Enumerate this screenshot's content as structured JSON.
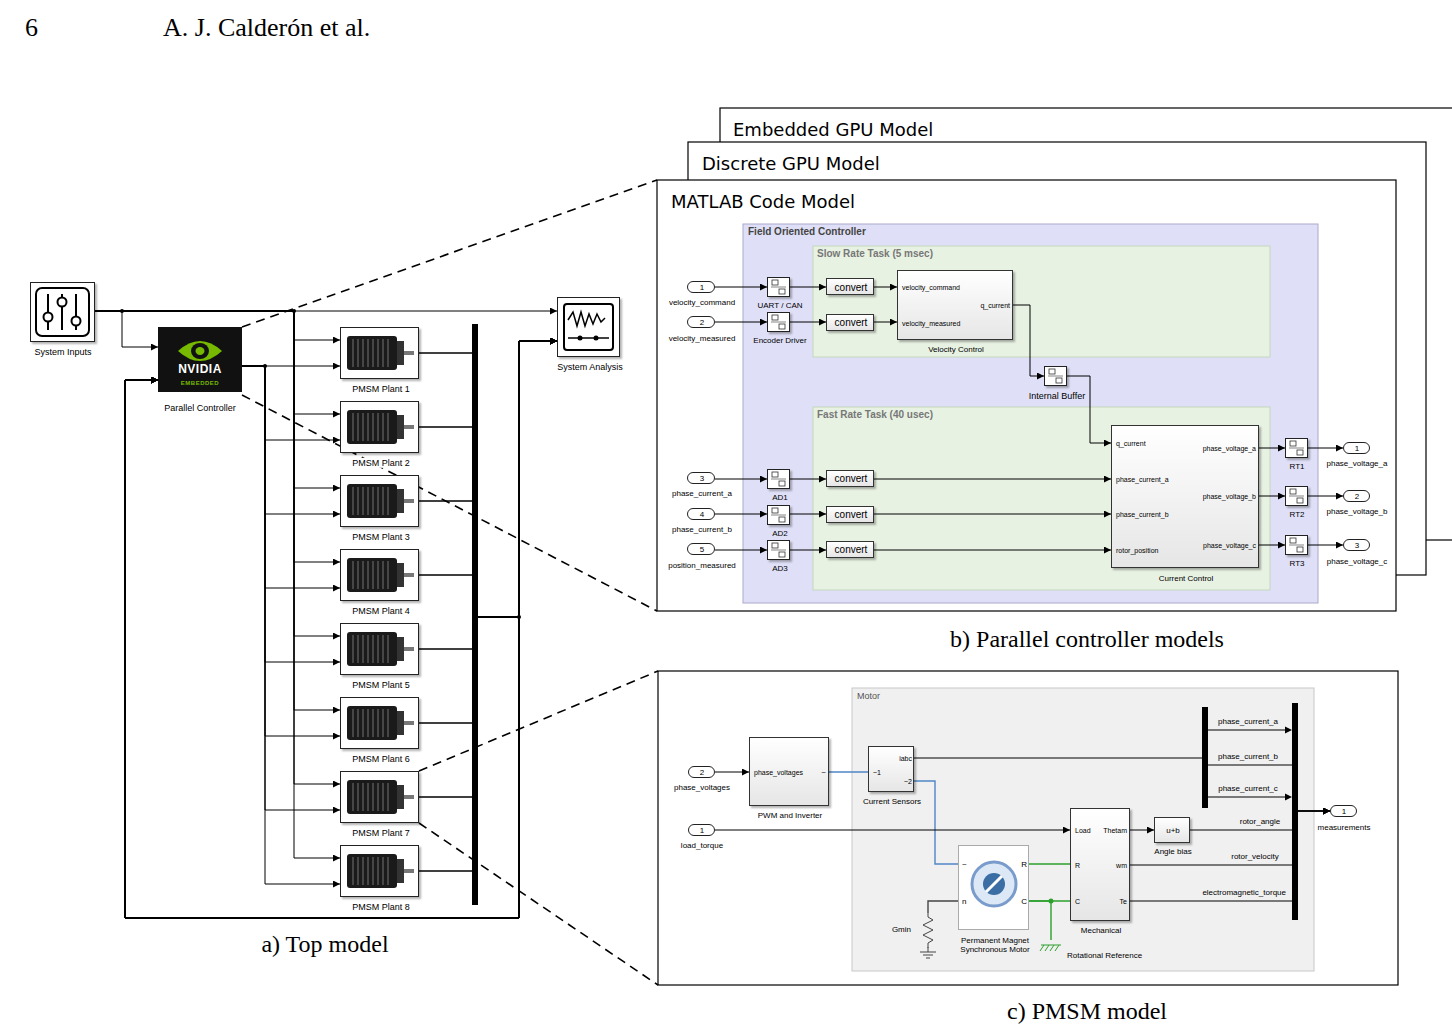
{
  "diagram": {
    "nodes": [
      {
        "text": [
          "System Inputs"
        ]
      },
      {
        "text": [
          "NVIDIA",
          "EMBEDDED",
          "Parallel Controller"
        ]
      },
      {
        "text": [
          "PMSM Plant 1"
        ]
      },
      {
        "text": [
          "PMSM Plant 2"
        ]
      },
      {
        "text": [
          "PMSM Plant 3"
        ]
      },
      {
        "text": [
          "PMSM Plant 4"
        ]
      },
      {
        "text": [
          "PMSM Plant 5"
        ]
      },
      {
        "text": [
          "PMSM Plant 6"
        ]
      },
      {
        "text": [
          "PMSM Plant 7"
        ]
      },
      {
        "text": [
          "PMSM Plant 8"
        ]
      },
      {
        "text": [
          "System Analysis"
        ]
      },
      {
        "text": [
          "Embedded GPU Model"
        ]
      },
      {
        "text": [
          "Discrete GPU Model"
        ]
      },
      {
        "text": [
          "MATLAB Code Model"
        ]
      },
      {
        "text": [
          "Field Oriented Controller"
        ],
        "in": 13
      },
      {
        "text": [
          "Slow Rate Task (5 msec)"
        ],
        "in": 14
      },
      {
        "text": [
          "Fast Rate Task (40 usec)"
        ],
        "in": 14
      },
      {
        "text": [
          "1",
          "velocity_command"
        ],
        "in": 13
      },
      {
        "text": [
          "2",
          "velocity_measured"
        ],
        "in": 13
      },
      {
        "text": [
          "UART / CAN"
        ],
        "in": 14
      },
      {
        "text": [
          "Encoder Driver"
        ],
        "in": 14
      },
      {
        "text": [
          "convert"
        ],
        "in": 15
      },
      {
        "text": [
          "convert"
        ],
        "in": 15
      },
      {
        "text": [
          "velocity_command",
          "velocity_measured",
          "q_current",
          "Velocity Control"
        ],
        "in": 15
      },
      {
        "text": [
          "Internal Buffer"
        ],
        "in": 14
      },
      {
        "text": [
          "3",
          "phase_current_a"
        ],
        "in": 13
      },
      {
        "text": [
          "4",
          "phase_current_b"
        ],
        "in": 13
      },
      {
        "text": [
          "5",
          "position_measured"
        ],
        "in": 13
      },
      {
        "text": [
          "AD1"
        ],
        "in": 14
      },
      {
        "text": [
          "AD2"
        ],
        "in": 14
      },
      {
        "text": [
          "AD3"
        ],
        "in": 14
      },
      {
        "text": [
          "convert"
        ],
        "in": 16
      },
      {
        "text": [
          "convert"
        ],
        "in": 16
      },
      {
        "text": [
          "convert"
        ],
        "in": 16
      },
      {
        "text": [
          "q_current",
          "phase_current_a",
          "phase_current_b",
          "rotor_position",
          "phase_voltage_a",
          "phase_voltage_b",
          "phase_voltage_c",
          "Current Control"
        ],
        "in": 16
      },
      {
        "text": [
          "RT1"
        ],
        "in": 14
      },
      {
        "text": [
          "RT2"
        ],
        "in": 14
      },
      {
        "text": [
          "RT3"
        ],
        "in": 14
      },
      {
        "text": [
          "1",
          "phase_voltage_a"
        ],
        "in": 13
      },
      {
        "text": [
          "2",
          "phase_voltage_b"
        ],
        "in": 13
      },
      {
        "text": [
          "3",
          "phase_voltage_c"
        ],
        "in": 13
      },
      {
        "text": [
          "Motor"
        ]
      },
      {
        "text": [
          "2",
          "phase_voltages"
        ]
      },
      {
        "text": [
          "1",
          "load_torque"
        ]
      },
      {
        "text": [
          "phase_voltages",
          "~",
          "PWM and Inverter"
        ]
      },
      {
        "text": [
          "~1",
          "iabc",
          "~2",
          "Current Sensors"
        ],
        "in": 41
      },
      {
        "text": [
          "~",
          "n",
          "R",
          "C",
          "Permanent Magnet Synchronous Motor"
        ],
        "in": 41
      },
      {
        "text": [
          "Gmin"
        ],
        "in": 41
      },
      {
        "text": [
          "Load",
          "R",
          "C",
          "Thetam",
          "wm",
          "Te",
          "Mechanical"
        ],
        "in": 41
      },
      {
        "text": [
          "Rotational Reference"
        ],
        "in": 41
      },
      {
        "text": [
          "u+b",
          "Angle bias"
        ],
        "in": 41
      },
      {
        "text": [
          "1",
          "measurements"
        ]
      }
    ],
    "edges": [
      {
        "from": 0,
        "to": 1,
        "arrow": "to"
      },
      {
        "from": 0,
        "to": 10,
        "arrow": "to"
      },
      {
        "from": 0,
        "to": 2,
        "arrow": "to"
      },
      {
        "from": 0,
        "to": 3,
        "arrow": "to"
      },
      {
        "from": 0,
        "to": 4,
        "arrow": "to"
      },
      {
        "from": 0,
        "to": 5,
        "arrow": "to"
      },
      {
        "from": 0,
        "to": 6,
        "arrow": "to"
      },
      {
        "from": 0,
        "to": 7,
        "arrow": "to"
      },
      {
        "from": 0,
        "to": 8,
        "arrow": "to"
      },
      {
        "from": 0,
        "to": 9,
        "arrow": "to"
      },
      {
        "from": 1,
        "to": 2,
        "arrow": "to"
      },
      {
        "from": 1,
        "to": 3,
        "arrow": "to"
      },
      {
        "from": 1,
        "to": 4,
        "arrow": "to"
      },
      {
        "from": 1,
        "to": 5,
        "arrow": "to"
      },
      {
        "from": 1,
        "to": 6,
        "arrow": "to"
      },
      {
        "from": 1,
        "to": 7,
        "arrow": "to"
      },
      {
        "from": 1,
        "to": 8,
        "arrow": "to"
      },
      {
        "from": 1,
        "to": 9,
        "arrow": "to"
      },
      {
        "from": 2,
        "to": 10,
        "arrow": "to"
      },
      {
        "from": 3,
        "to": 10,
        "arrow": "to"
      },
      {
        "from": 4,
        "to": 10,
        "arrow": "to"
      },
      {
        "from": 5,
        "to": 10,
        "arrow": "to"
      },
      {
        "from": 6,
        "to": 10,
        "arrow": "to"
      },
      {
        "from": 7,
        "to": 10,
        "arrow": "to"
      },
      {
        "from": 8,
        "to": 10,
        "arrow": "to"
      },
      {
        "from": 9,
        "to": 10,
        "arrow": "to"
      },
      {
        "from": 2,
        "to": 1,
        "arrow": "to"
      },
      {
        "from": 3,
        "to": 1,
        "arrow": "to"
      },
      {
        "from": 4,
        "to": 1,
        "arrow": "to"
      },
      {
        "from": 5,
        "to": 1,
        "arrow": "to"
      },
      {
        "from": 6,
        "to": 1,
        "arrow": "to"
      },
      {
        "from": 7,
        "to": 1,
        "arrow": "to"
      },
      {
        "from": 8,
        "to": 1,
        "arrow": "to"
      },
      {
        "from": 9,
        "to": 1,
        "arrow": "to"
      },
      {
        "from": 17,
        "to": 19,
        "arrow": "to"
      },
      {
        "from": 19,
        "to": 21,
        "arrow": "to"
      },
      {
        "from": 21,
        "to": 23,
        "arrow": "to"
      },
      {
        "from": 18,
        "to": 20,
        "arrow": "to"
      },
      {
        "from": 20,
        "to": 22,
        "arrow": "to"
      },
      {
        "from": 22,
        "to": 23,
        "arrow": "to"
      },
      {
        "from": 23,
        "to": 24,
        "arrow": "to"
      },
      {
        "from": 24,
        "to": 34,
        "arrow": "to"
      },
      {
        "from": 25,
        "to": 28,
        "arrow": "to"
      },
      {
        "from": 28,
        "to": 31,
        "arrow": "to"
      },
      {
        "from": 31,
        "to": 34,
        "arrow": "to"
      },
      {
        "from": 26,
        "to": 29,
        "arrow": "to"
      },
      {
        "from": 29,
        "to": 32,
        "arrow": "to"
      },
      {
        "from": 32,
        "to": 34,
        "arrow": "to"
      },
      {
        "from": 27,
        "to": 30,
        "arrow": "to"
      },
      {
        "from": 30,
        "to": 33,
        "arrow": "to"
      },
      {
        "from": 33,
        "to": 34,
        "arrow": "to"
      },
      {
        "from": 34,
        "to": 35,
        "arrow": "to"
      },
      {
        "from": 34,
        "to": 36,
        "arrow": "to"
      },
      {
        "from": 34,
        "to": 37,
        "arrow": "to"
      },
      {
        "from": 35,
        "to": 38,
        "arrow": "to"
      },
      {
        "from": 36,
        "to": 39,
        "arrow": "to"
      },
      {
        "from": 37,
        "to": 40,
        "arrow": "to"
      },
      {
        "from": 42,
        "to": 44,
        "arrow": "to"
      },
      {
        "from": 44,
        "to": 45,
        "arrow": "none"
      },
      {
        "from": 45,
        "to": 46,
        "arrow": "none"
      },
      {
        "from": 43,
        "to": 48,
        "arrow": "to"
      },
      {
        "from": 46,
        "to": 48,
        "arrow": "none"
      },
      {
        "from": 46,
        "to": 48,
        "arrow": "none"
      },
      {
        "from": 46,
        "to": 47,
        "arrow": "none"
      },
      {
        "from": 46,
        "to": 49,
        "arrow": "none"
      },
      {
        "from": 48,
        "to": 50,
        "arrow": "to"
      },
      {
        "from": 45,
        "to": 51,
        "arrow": "to"
      },
      {
        "from": 50,
        "to": 51,
        "arrow": "to"
      },
      {
        "from": 48,
        "to": 51,
        "arrow": "to"
      },
      {
        "from": 48,
        "to": 51,
        "arrow": "to"
      }
    ],
    "labels": [
      "6",
      "A. J. Calderón et al.",
      "a) Top model",
      "b) Parallel controller models",
      "c) PMSM model",
      "phase_current_a",
      "phase_current_b",
      "phase_current_c",
      "rotor_angle",
      "rotor_velocity",
      "electromagnetic_torque"
    ]
  }
}
